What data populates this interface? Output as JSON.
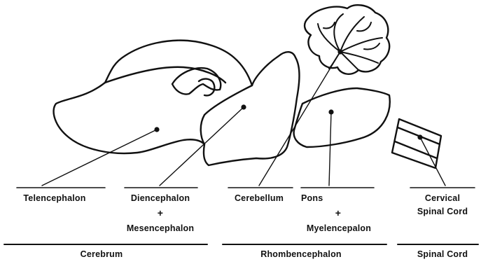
{
  "regions": {
    "telencephalon": "Telencephalon",
    "diencephalon": "Diencephalon",
    "diencephalon_plus": "+",
    "mesencephalon": "Mesencephalon",
    "cerebellum": "Cerebellum",
    "pons": "Pons",
    "pons_plus": "+",
    "myelencephalon": "Myelencepalon",
    "cervical_line1": "Cervical",
    "cervical_line2": "Spinal Cord"
  },
  "groups": {
    "cerebrum": "Cerebrum",
    "rhombencephalon": "Rhombencephalon",
    "spinal_cord": "Spinal Cord"
  },
  "colors": {
    "ink": "#111111",
    "background": "#ffffff"
  }
}
